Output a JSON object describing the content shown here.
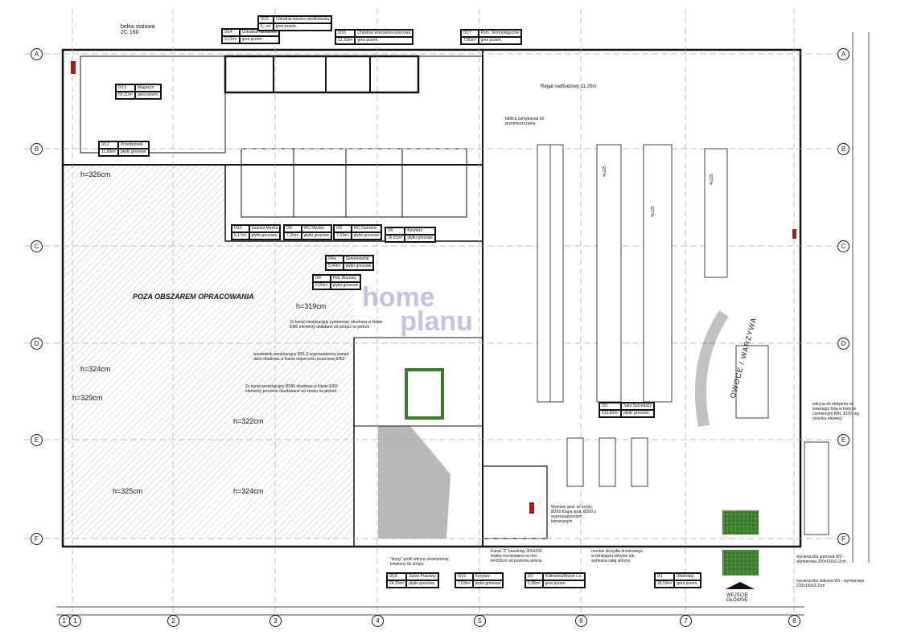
{
  "title_area": "POZA OBSZAREM OPRACOWANIA",
  "beam_note": [
    "belka stalowa",
    "2C 160"
  ],
  "axes_rows": [
    "A",
    "B",
    "C",
    "D",
    "E",
    "F"
  ],
  "axes_cols": [
    "1'",
    "1",
    "2",
    "3",
    "4",
    "5",
    "6",
    "7",
    "8"
  ],
  "heights": [
    "h=326cm",
    "h=319cm",
    "h=324cm",
    "h=329cm",
    "h=322cm",
    "h=325cm",
    "h=324cm"
  ],
  "rooms": [
    {
      "no": "0/13",
      "name": "Magazyn",
      "area": "65,11m²",
      "floor": "gres przem."
    },
    {
      "no": "0/12",
      "name": "Przedsionek",
      "area": "11,69m²",
      "floor": "płytki gresowe"
    },
    {
      "no": "0/14",
      "name": "Chłodnia nabiałowa",
      "area": "9,21m²",
      "floor": "gres przem."
    },
    {
      "no": "0/15",
      "name": "Chłodnia mięsno-wędliniarska",
      "area": "6,..m²",
      "floor": "gres przem."
    },
    {
      "no": "0/16",
      "name": "Chłodnia warzywno-owocowa",
      "area": "12,31m²",
      "floor": "gres przem."
    },
    {
      "no": "0/17",
      "name": "Pom. Technologiczne",
      "area": "7,85m²",
      "floor": "gres przem."
    },
    {
      "no": "0/10",
      "name": "Szatnia Męska",
      "area": "5,17m²",
      "floor": "płytki gresowe"
    },
    {
      "no": "0/9",
      "name": "WC Męskie",
      "area": "7,35m²",
      "floor": "płytki gresowe"
    },
    {
      "no": "0/8",
      "name": "WC Damskie",
      "area": "7,33m²",
      "floor": "płytki gresowe"
    },
    {
      "no": "0/5",
      "name": "Korytarz",
      "area": "36,81m²",
      "floor": "płytki gresowe"
    },
    {
      "no": "0/4a",
      "name": "Serwerownia",
      "area": "5,40m²",
      "floor": "płytki gresowe"
    },
    {
      "no": "0/4",
      "name": "Pok. Biurowy",
      "area": "6,90m²",
      "floor": "płytki gresowe"
    },
    {
      "no": "0/3",
      "name": "Sala Sprzedaży",
      "area": "510,82m²",
      "floor": "płytki gresowe"
    },
    {
      "no": "0/18",
      "name": "Salon Prasowy",
      "area": "24,29m²",
      "floor": "płytki gresowe"
    },
    {
      "no": "0/19",
      "name": "Korytarz",
      "area": "7,53m²",
      "floor": "płytki gresowe"
    },
    {
      "no": "0/2",
      "name": "Kotłownia/Węzeł c.o.",
      "area": "5,38m²",
      "floor": "gres przem."
    },
    {
      "no": "0/1",
      "name": "Wiatrołap",
      "area": "18,53m²",
      "floor": "gres przem."
    }
  ],
  "labels": {
    "fruit": "OWOCE / WARZYWA",
    "entrance": [
      "WEJŚCIE",
      "GŁÓWNE"
    ],
    "shelf": "4x125",
    "shelf_top": "Regał nadbudowy 11.25m",
    "shop_front": "tablica zamykanaa do przemieszczania"
  },
  "notes": [
    "2x kanał wentylacyjny systemowy obudowa w klasie EI60 elementy układane od stropu na pietrze",
    "wywiewnik wentylacyjny Ø31,5 wyprowadzony ponad dach obudowa w klasie odporności pożarowej EI60",
    "2x kanał wentylacyjny Ø180 obudowa w klasie EI60 elementy poziome obudowane od stropu na piętrze",
    "\"ślepy\" profil witryny zewnętrznej, kotwiony do stropu",
    "Kanał \"Z\" kasetowy 300x200 kratka montowana na min. h=200cm od poziomu terenu",
    "montaż skrzydła drzwiowego w istniejącej witrynie lub wymiana całej witryny",
    "witryna do oklejenia od wewnątrz folią w kolorze czerwonym RAL 3020, wg rysunku elewacji",
    "wycieraczka gumowa W2 - wymiarowa 200x150x2,2cm",
    "wycieraczka stalowa W1 - wymiarowa 210x150x2,2cm",
    "Wywiew spal. w/ szyby, Ø200 Klapa spal. Ø200 z wyprowadzeniem kominowym"
  ],
  "colors": {
    "wall": "#111111",
    "green": "#3a7a2a",
    "red": "#b01818",
    "watermark": "#5050aa"
  }
}
